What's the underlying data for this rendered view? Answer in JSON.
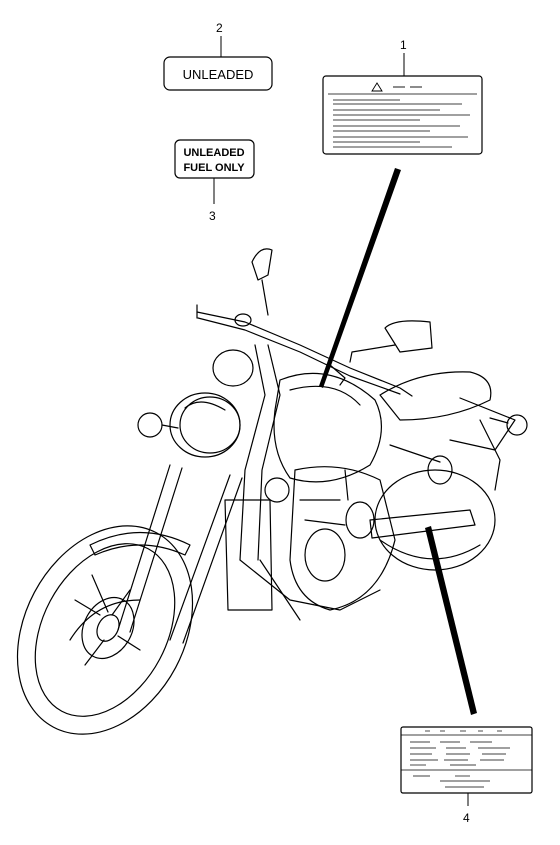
{
  "callouts": {
    "c1": "1",
    "c2": "2",
    "c3": "3",
    "c4": "4"
  },
  "labels": {
    "unleaded": "UNLEADED",
    "fuel_line1": "UNLEADED",
    "fuel_line2": "FUEL ONLY"
  },
  "colors": {
    "line": "#000000",
    "background": "#ffffff"
  }
}
